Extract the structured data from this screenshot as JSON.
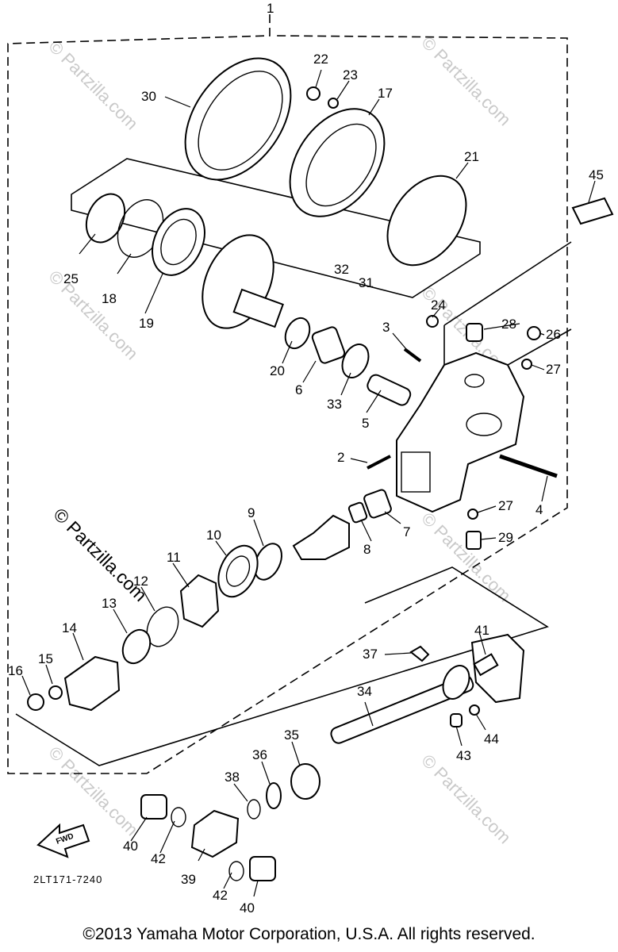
{
  "diagram": {
    "figure_code": "2LT171-7240",
    "fwd_label": "FWD",
    "watermark": "© Partzilla.com",
    "callouts": {
      "c1": "1",
      "c2": "2",
      "c3": "3",
      "c4": "4",
      "c5": "5",
      "c6": "6",
      "c7": "7",
      "c8": "8",
      "c9": "9",
      "c10": "10",
      "c11": "11",
      "c12": "12",
      "c13": "13",
      "c14": "14",
      "c15": "15",
      "c16": "16",
      "c17": "17",
      "c18": "18",
      "c19": "19",
      "c20": "20",
      "c21": "21",
      "c22": "22",
      "c23": "23",
      "c24": "24",
      "c25": "25",
      "c26": "26",
      "c27a": "27",
      "c27b": "27",
      "c28": "28",
      "c29": "29",
      "c30": "30",
      "c31": "31",
      "c32": "32",
      "c33": "33",
      "c34": "34",
      "c35": "35",
      "c36": "36",
      "c37": "37",
      "c38": "38",
      "c39": "39",
      "c40a": "40",
      "c40b": "40",
      "c41": "41",
      "c42a": "42",
      "c42b": "42",
      "c43": "43",
      "c44": "44",
      "c45": "45"
    }
  },
  "footer": {
    "copyright": "©2013 Yamaha Motor Corporation, U.S.A. All rights reserved."
  }
}
